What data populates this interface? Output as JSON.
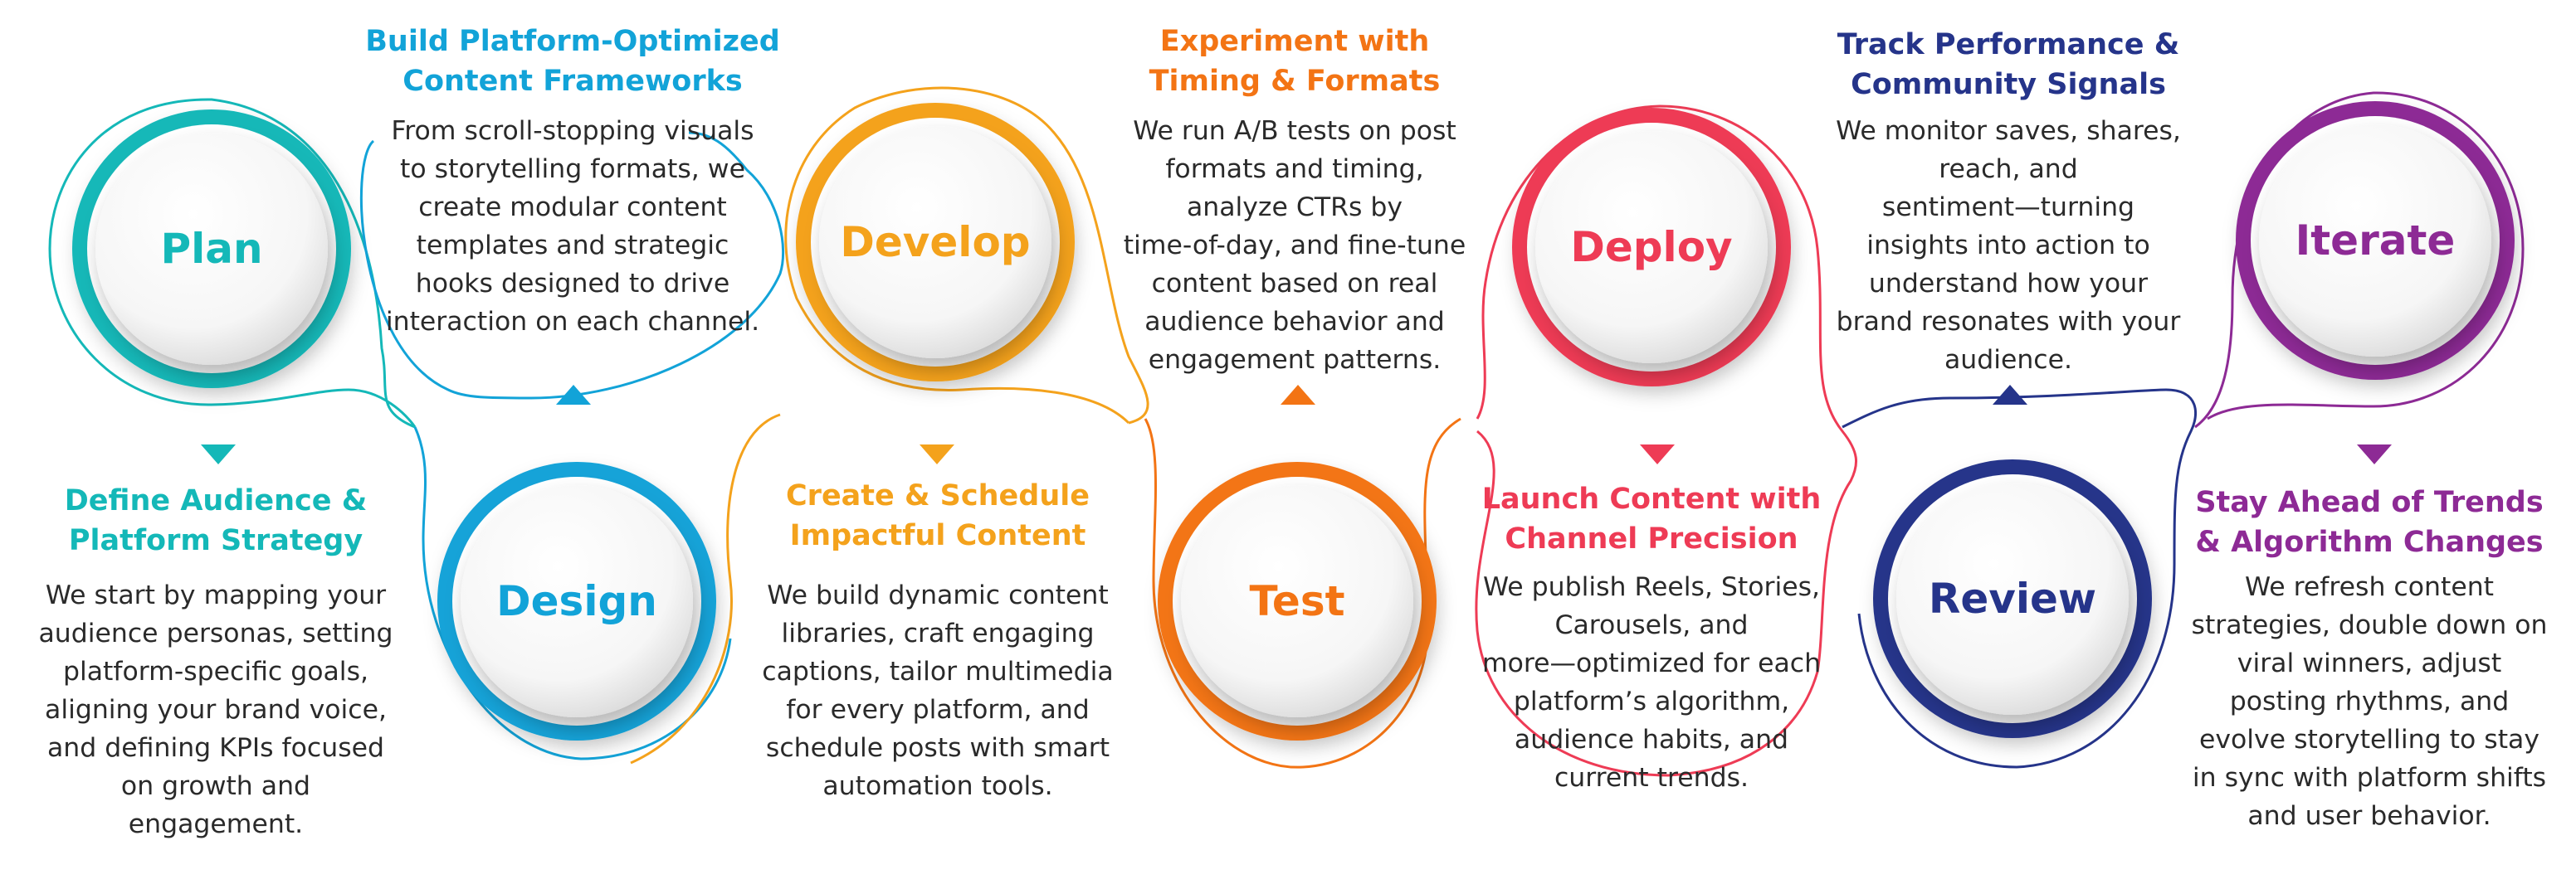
{
  "colors": {
    "plan": "#14b8b8",
    "design": "#12a3d8",
    "develop": "#f4a21c",
    "test": "#f37414",
    "deploy": "#ee3b55",
    "review": "#25348a",
    "iterate": "#8d2a95"
  },
  "nodes": {
    "plan": "Plan",
    "design": "Design",
    "develop": "Develop",
    "test": "Test",
    "deploy": "Deploy",
    "review": "Review",
    "iterate": "Iterate"
  },
  "steps": {
    "plan": {
      "title": [
        "Define Audience &",
        "Platform Strategy"
      ],
      "text": "We start by mapping your\naudience personas, setting\nplatform-specific goals,\naligning your brand voice,\nand defining KPIs focused\non growth and\nengagement."
    },
    "design": {
      "title": [
        "Build Platform-Optimized",
        "Content Frameworks"
      ],
      "text": "From scroll-stopping visuals\nto storytelling formats, we\ncreate modular content\ntemplates and strategic\nhooks designed to drive\ninteraction on each channel."
    },
    "develop": {
      "title": [
        "Create & Schedule",
        "Impactful Content"
      ],
      "text": "We build dynamic content\nlibraries, craft engaging\ncaptions, tailor multimedia\nfor every platform, and\nschedule posts with smart\nautomation tools."
    },
    "test": {
      "title": [
        "Experiment with",
        "Timing & Formats"
      ],
      "text": "We run A/B tests on post\nformats and timing,\nanalyze CTRs by\ntime-of-day, and fine-tune\ncontent based on real\naudience behavior and\nengagement patterns."
    },
    "deploy": {
      "title": [
        "Launch Content with",
        "Channel Precision"
      ],
      "text": "We publish Reels, Stories,\nCarousels, and\nmore—optimized for each\nplatform’s algorithm,\naudience habits, and\ncurrent trends."
    },
    "review": {
      "title": [
        "Track Performance &",
        "Community Signals"
      ],
      "text": "We monitor saves, shares,\nreach, and\nsentiment—turning\ninsights into action to\nunderstand how your\nbrand resonates with your\naudience."
    },
    "iterate": {
      "title": [
        "Stay Ahead of Trends",
        "& Algorithm Changes"
      ],
      "text": "We refresh content\nstrategies, double down on\nviral winners, adjust\nposting rhythms, and\nevolve storytelling to stay\nin sync with platform shifts\nand user behavior."
    }
  }
}
